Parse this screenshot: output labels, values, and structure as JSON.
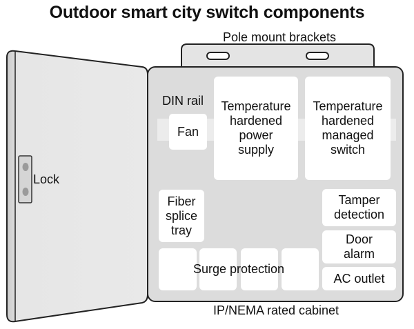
{
  "title": "Outdoor smart city switch components",
  "labels": {
    "pole_mount": "Pole mount brackets",
    "cabinet": "IP/NEMA rated cabinet",
    "lock": "Lock",
    "din_rail": "DIN rail"
  },
  "components": {
    "fan": "Fan",
    "power_supply": [
      "Temperature",
      "hardened",
      "power",
      "supply"
    ],
    "managed_switch": [
      "Temperature",
      "hardened",
      "managed",
      "switch"
    ],
    "fiber_splice": [
      "Fiber",
      "splice",
      "tray"
    ],
    "tamper": [
      "Tamper",
      "detection"
    ],
    "door_alarm": [
      "Door",
      "alarm"
    ],
    "ac_outlet": "AC outlet",
    "surge": "Surge protection"
  }
}
